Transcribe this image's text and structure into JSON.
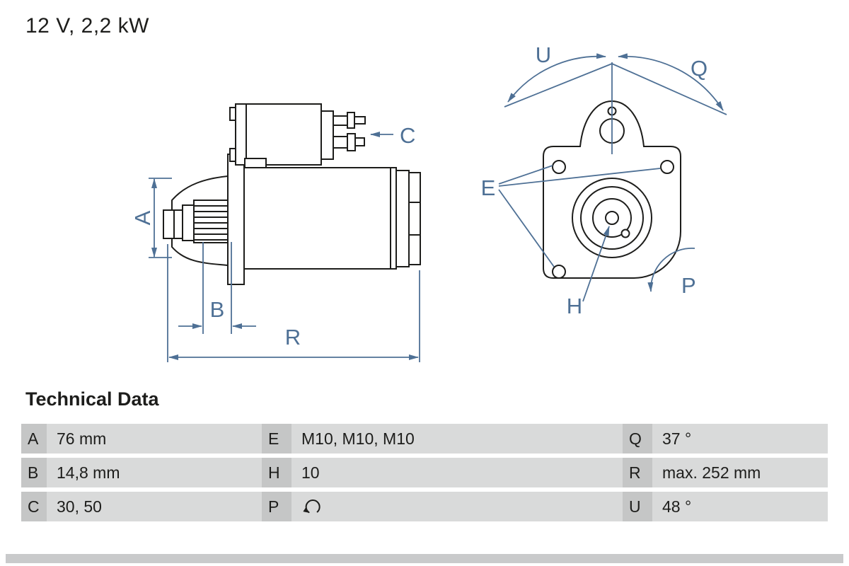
{
  "title": "12 V, 2,2 kW",
  "annotations": {
    "side_view": {
      "a": "A",
      "b": "B",
      "c": "C",
      "r": "R"
    },
    "front_view": {
      "u": "U",
      "q": "Q",
      "e": "E",
      "h": "H",
      "p": "P"
    }
  },
  "technical_data": {
    "heading": "Technical Data",
    "rows": [
      {
        "cells": [
          {
            "key": "A",
            "value": "76 mm"
          },
          {
            "key": "E",
            "value": "M10, M10, M10"
          },
          {
            "key": "Q",
            "value": "37 °"
          }
        ]
      },
      {
        "cells": [
          {
            "key": "B",
            "value": "14,8 mm"
          },
          {
            "key": "H",
            "value": "10"
          },
          {
            "key": "R",
            "value": "max. 252 mm"
          }
        ]
      },
      {
        "cells": [
          {
            "key": "C",
            "value": "30, 50"
          },
          {
            "key": "P",
            "value": "",
            "icon": "rotation-direction"
          },
          {
            "key": "U",
            "value": "48 °"
          }
        ]
      }
    ]
  },
  "colors": {
    "annotation_blue": "#4e7095",
    "drawing_black": "#1d1d1b",
    "key_cell_bg": "#c5c6c6",
    "value_cell_bg": "#d9dada",
    "bottom_bar": "#c9cacb"
  }
}
